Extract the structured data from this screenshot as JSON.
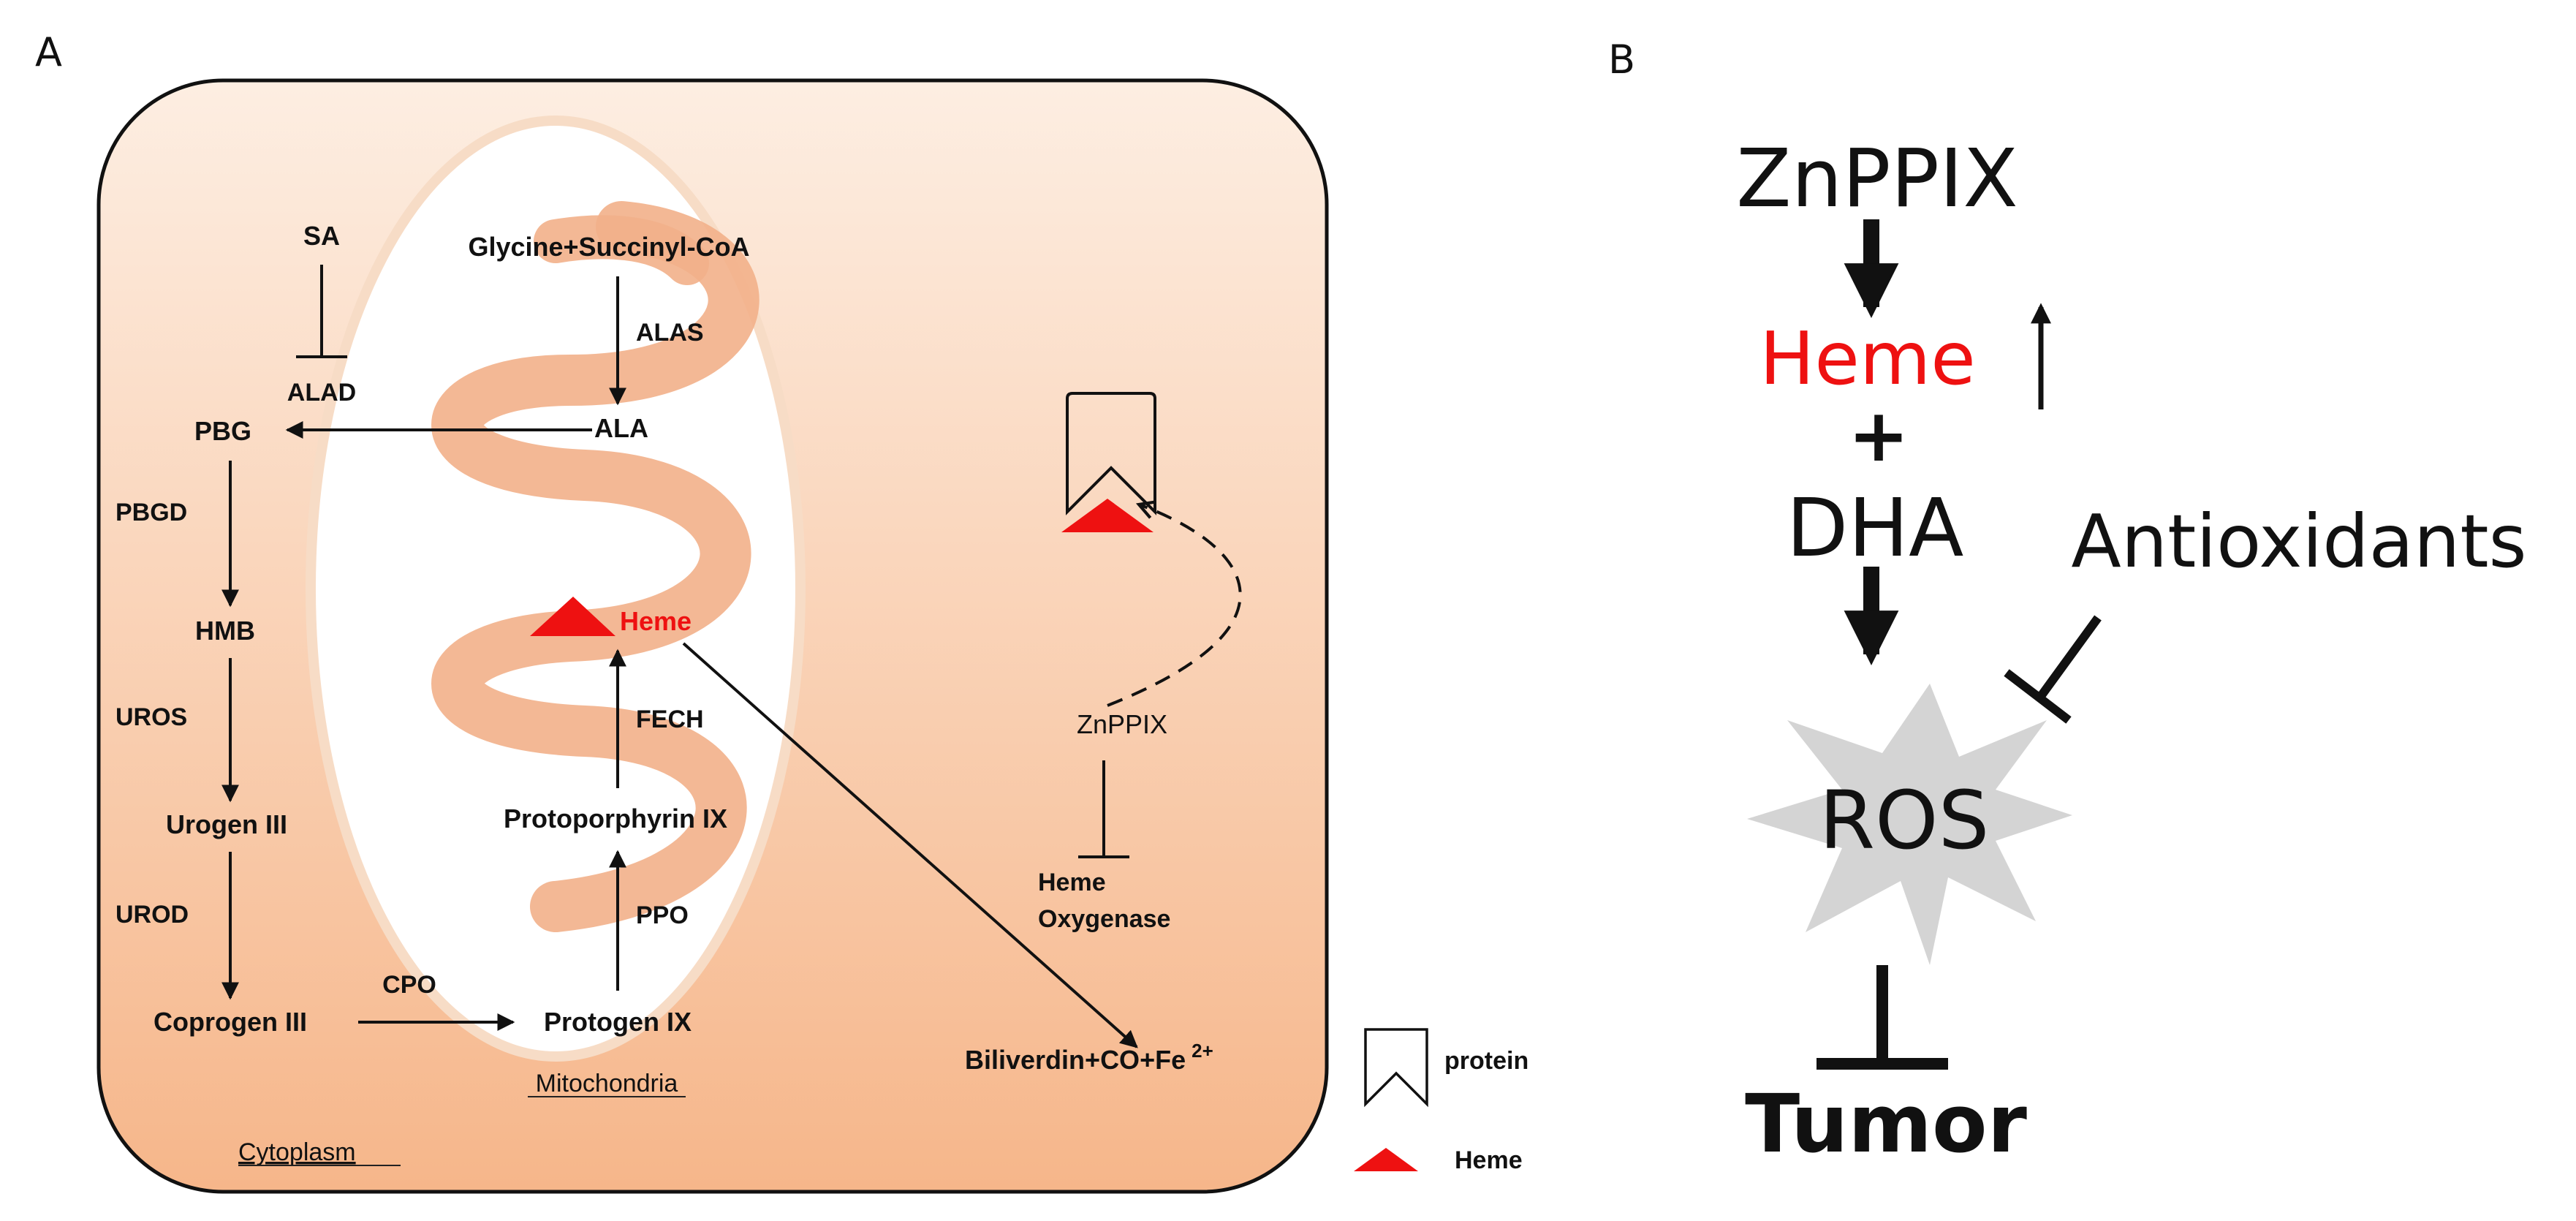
{
  "panels": {
    "a": {
      "letter": "A",
      "compartments": {
        "cytoplasm": "Cytoplasm",
        "mitochondria": "Mitochondria"
      },
      "metabolites": {
        "glycine_succinyl": "Glycine+Succinyl-CoA",
        "ala": "ALA",
        "pbg": "PBG",
        "hmb": "HMB",
        "urogen": "Urogen III",
        "coprogen": "Coprogen III",
        "protogen": "Protogen IX",
        "protoporphyrin": "Protoporphyrin IX",
        "heme": "Heme",
        "biliverdin": "Biliverdin+CO+Fe",
        "biliverdin_sup": "2+",
        "znppix": "ZnPPIX",
        "sa": "SA"
      },
      "enzymes": {
        "alas": "ALAS",
        "alad": "ALAD",
        "pbgd": "PBGD",
        "uros": "UROS",
        "urod": "UROD",
        "cpo": "CPO",
        "ppo": "PPO",
        "fech": "FECH",
        "heme_oxygenase_1": "Heme",
        "heme_oxygenase_2": "Oxygenase"
      },
      "legend": {
        "protein": "protein",
        "heme": "Heme"
      },
      "colors": {
        "heme_red": "#ee1111",
        "mito_stripe": "#f2b08a",
        "cell_top": "#fde7d6",
        "cell_bottom": "#f6b98d"
      }
    },
    "b": {
      "letter": "B",
      "nodes": {
        "znppix": "ZnPPIX",
        "heme": "Heme",
        "plus": "+",
        "dha": "DHA",
        "antioxidants": "Antioxidants",
        "ros": "ROS",
        "tumor": "Tumor"
      },
      "colors": {
        "heme_red": "#ee1111",
        "ros_fill": "#d4d4d4"
      }
    }
  }
}
